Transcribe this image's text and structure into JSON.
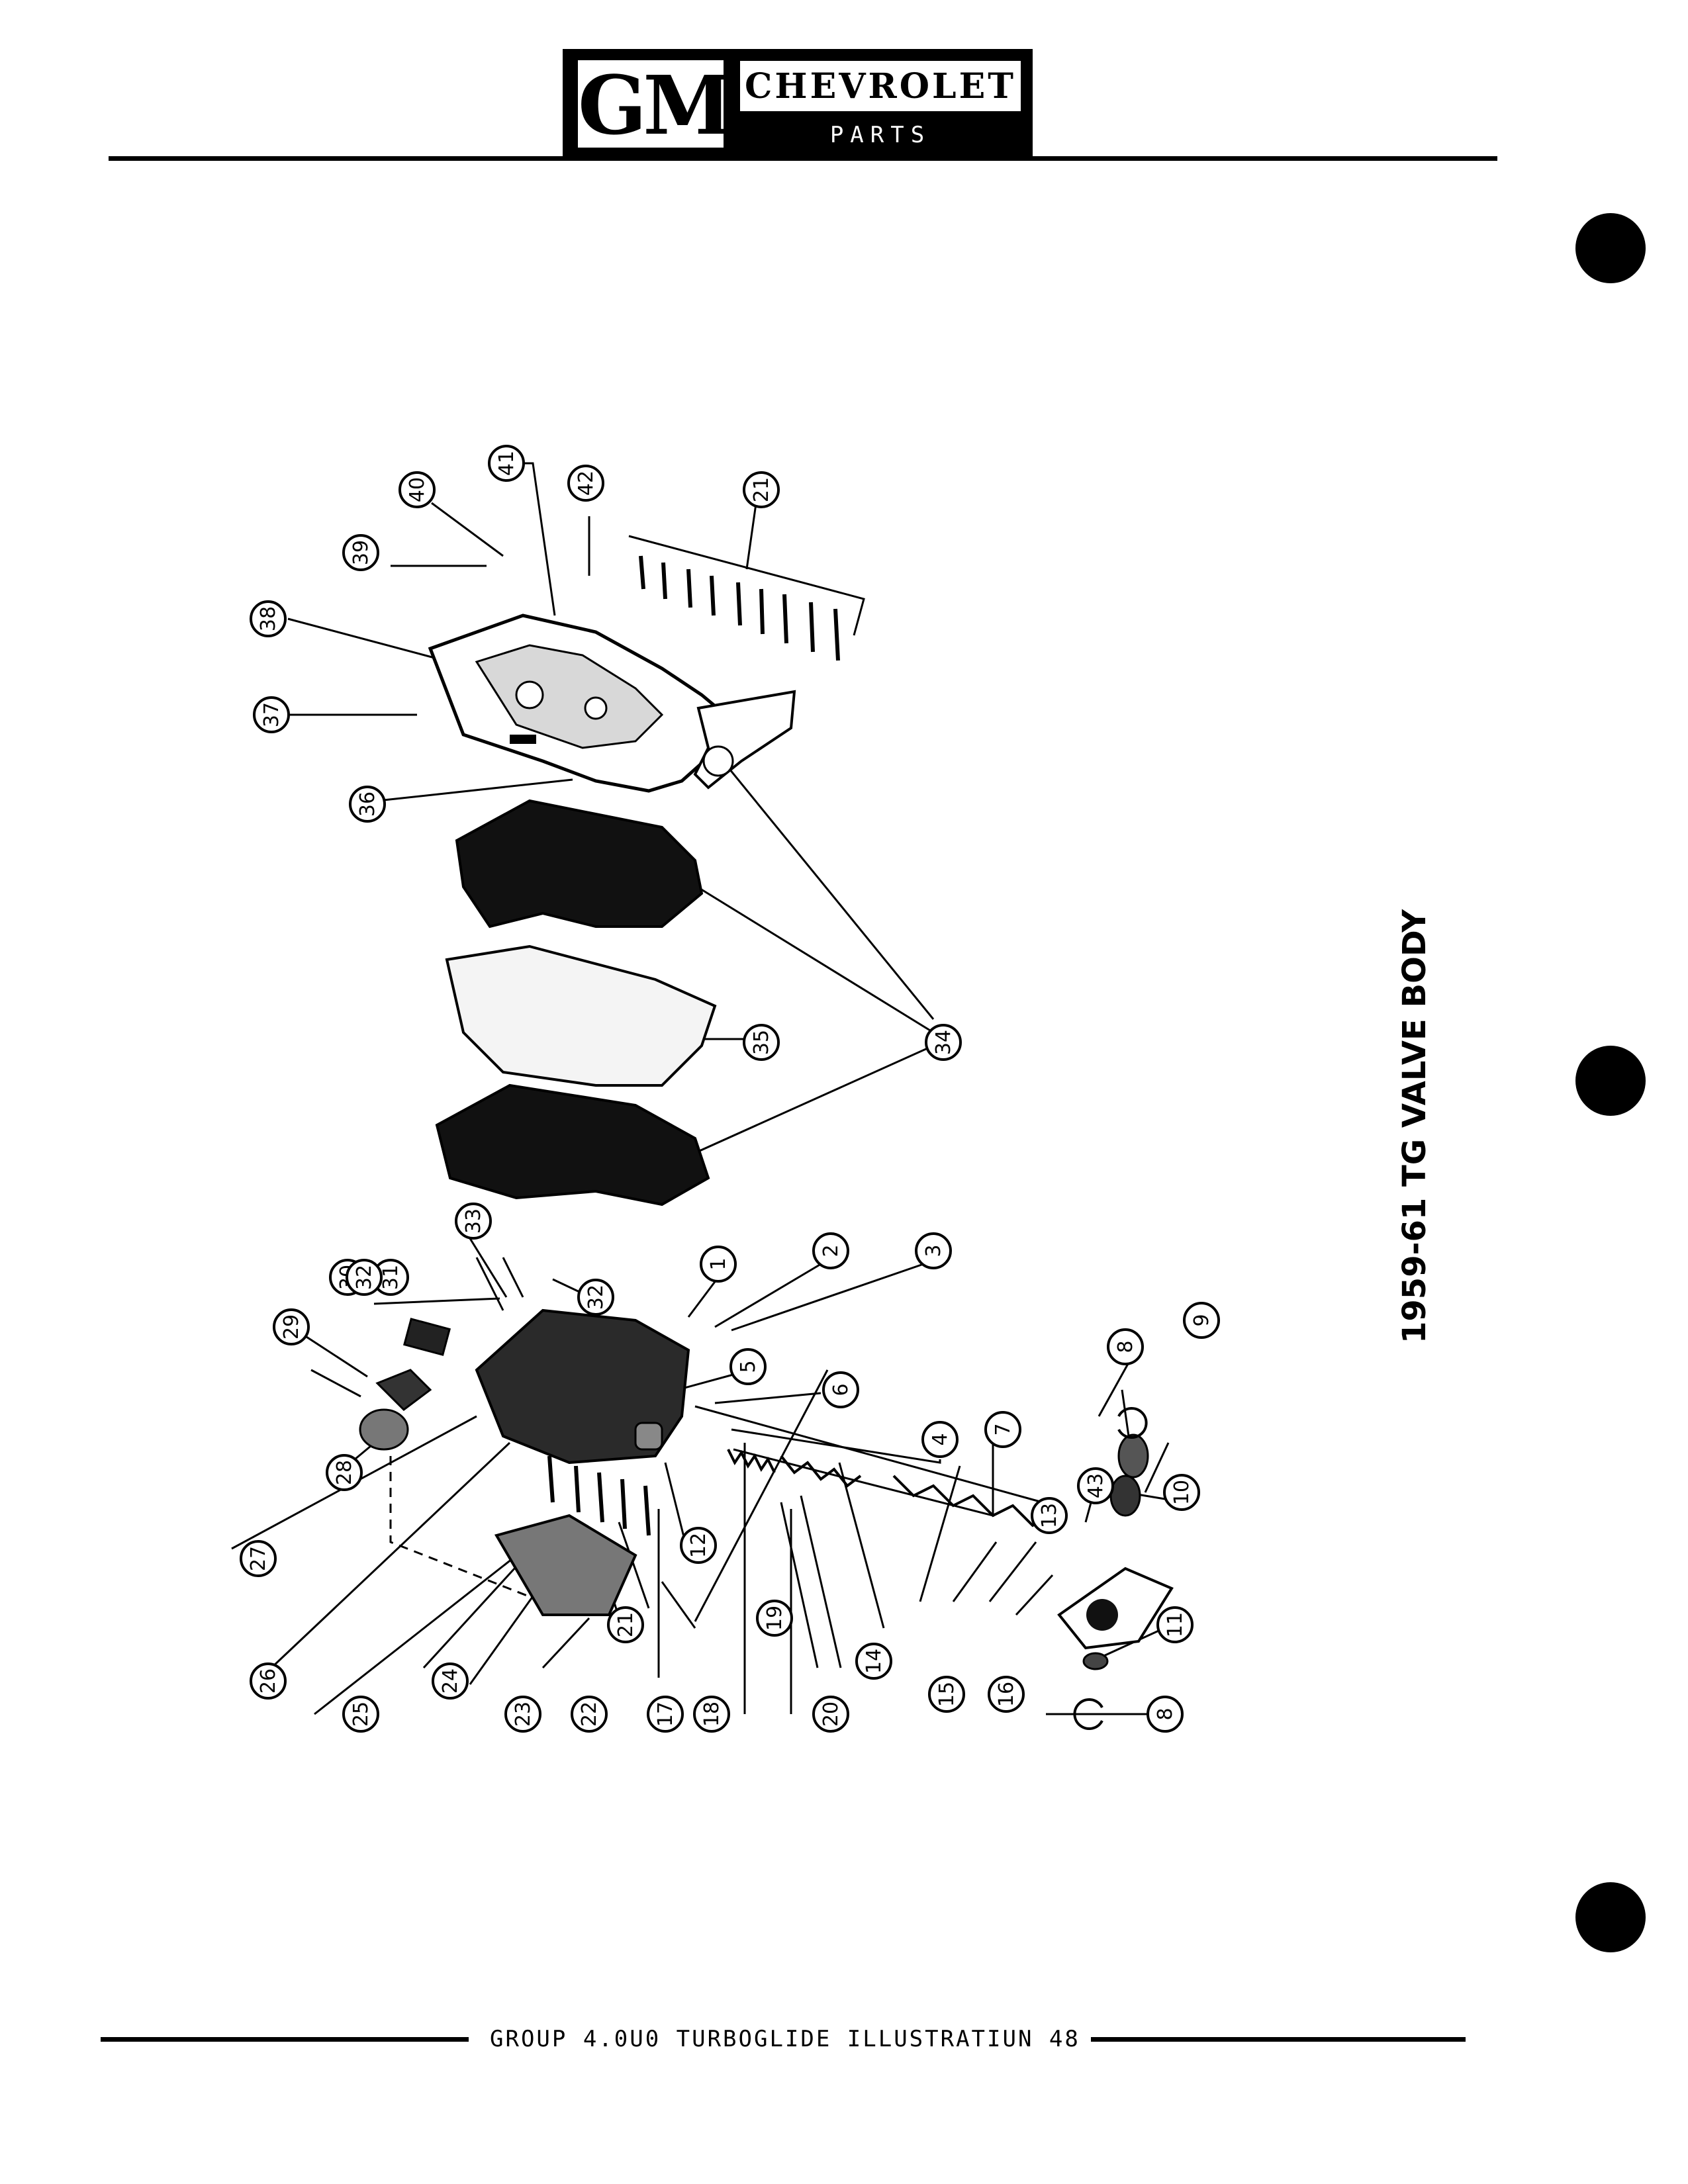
{
  "header": {
    "logo_mark": "GM",
    "brand": "CHEVROLET",
    "subtitle": "PARTS CATALOGUE"
  },
  "title": "1959-61 TG VALVE BODY",
  "footer": "GROUP 4.0U0 TURBOGLIDE ILLUSTRATIUN 48",
  "callouts": [
    "1",
    "2",
    "3",
    "4",
    "5",
    "6",
    "7",
    "8",
    "8",
    "9",
    "10",
    "11",
    "12",
    "13",
    "14",
    "15",
    "16",
    "17",
    "18",
    "19",
    "20",
    "21",
    "21",
    "22",
    "23",
    "24",
    "25",
    "26",
    "27",
    "28",
    "29",
    "30",
    "31",
    "32",
    "32",
    "33",
    "34",
    "35",
    "36",
    "37",
    "38",
    "39",
    "40",
    "41",
    "42",
    "43"
  ]
}
